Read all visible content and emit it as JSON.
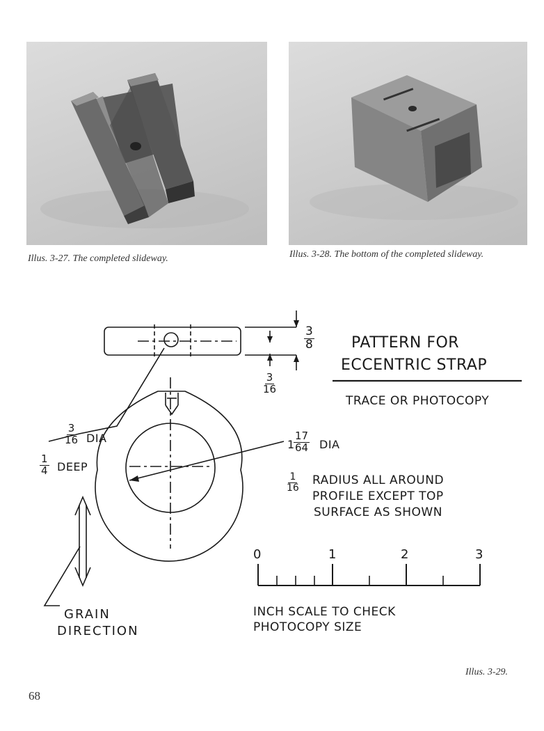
{
  "figures": {
    "photo_left_caption": "Illus. 3-27. The completed slideway.",
    "photo_right_caption": "Illus. 3-28. The bottom of the completed slideway.",
    "drawing_caption": "Illus. 3-29."
  },
  "drawing": {
    "title_line1": "PATTERN FOR",
    "title_line2": "ECCENTRIC STRAP",
    "subtitle": "TRACE OR PHOTOCOPY",
    "thickness_num": "3",
    "thickness_den": "8",
    "offset_num": "3",
    "offset_den": "16",
    "hole_dia_num": "3",
    "hole_dia_den": "16",
    "hole_dia_label": "DIA",
    "hole_depth_num": "1",
    "hole_depth_den": "4",
    "hole_depth_label": "DEEP",
    "bore_whole": "1",
    "bore_num": "17",
    "bore_den": "64",
    "bore_label": "DIA",
    "radius_num": "1",
    "radius_den": "16",
    "radius_line1": "RADIUS ALL AROUND",
    "radius_line2": "PROFILE EXCEPT TOP",
    "radius_line3": "SURFACE AS SHOWN",
    "scale_labels": [
      "0",
      "1",
      "2",
      "3"
    ],
    "scale_note_line1": "INCH SCALE TO CHECK",
    "scale_note_line2": "PHOTOCOPY SIZE",
    "grain_line1": "GRAIN",
    "grain_line2": "DIRECTION"
  },
  "page_number": "68"
}
